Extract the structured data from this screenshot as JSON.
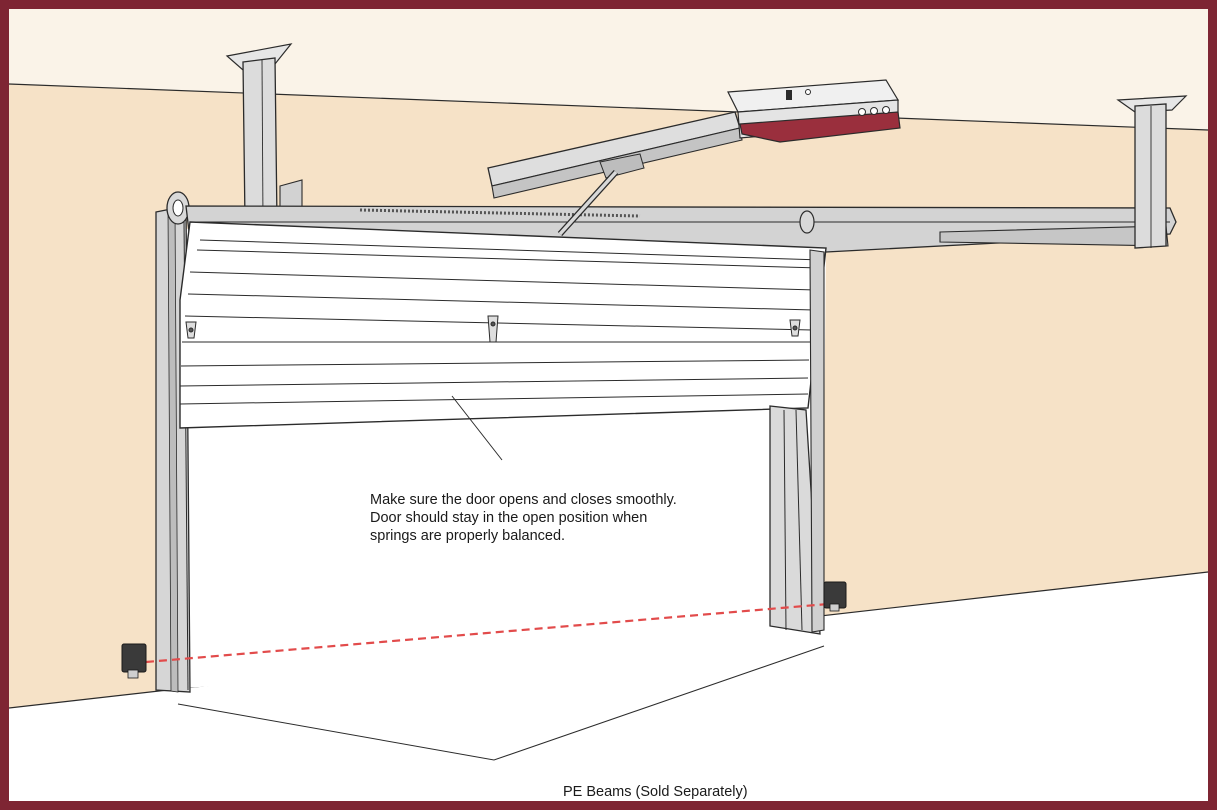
{
  "colors": {
    "frame": "#7e2533",
    "wall": "#f6e2c7",
    "ceiling": "#faf3e8",
    "floor": "#ffffff",
    "outline": "#2b2b2b",
    "track_gray": "#c9c9c9",
    "bracket_gray": "#dcdcdc",
    "opener_body": "#e7e7e7",
    "opener_cover": "#9a2f3d",
    "beam_line": "#e24b4b",
    "sensor": "#3a3a3a"
  },
  "annotations": {
    "door_note_lines": [
      "Make sure the door opens and closes smoothly.",
      "Door should stay in the open position when",
      "springs are properly balanced."
    ],
    "beam_label": "PE Beams (Sold Separately)"
  },
  "icons": {
    "opener": "garage-door-opener-icon",
    "sensor_left": "photo-eye-sensor-left-icon",
    "sensor_right": "photo-eye-sensor-right-icon"
  }
}
